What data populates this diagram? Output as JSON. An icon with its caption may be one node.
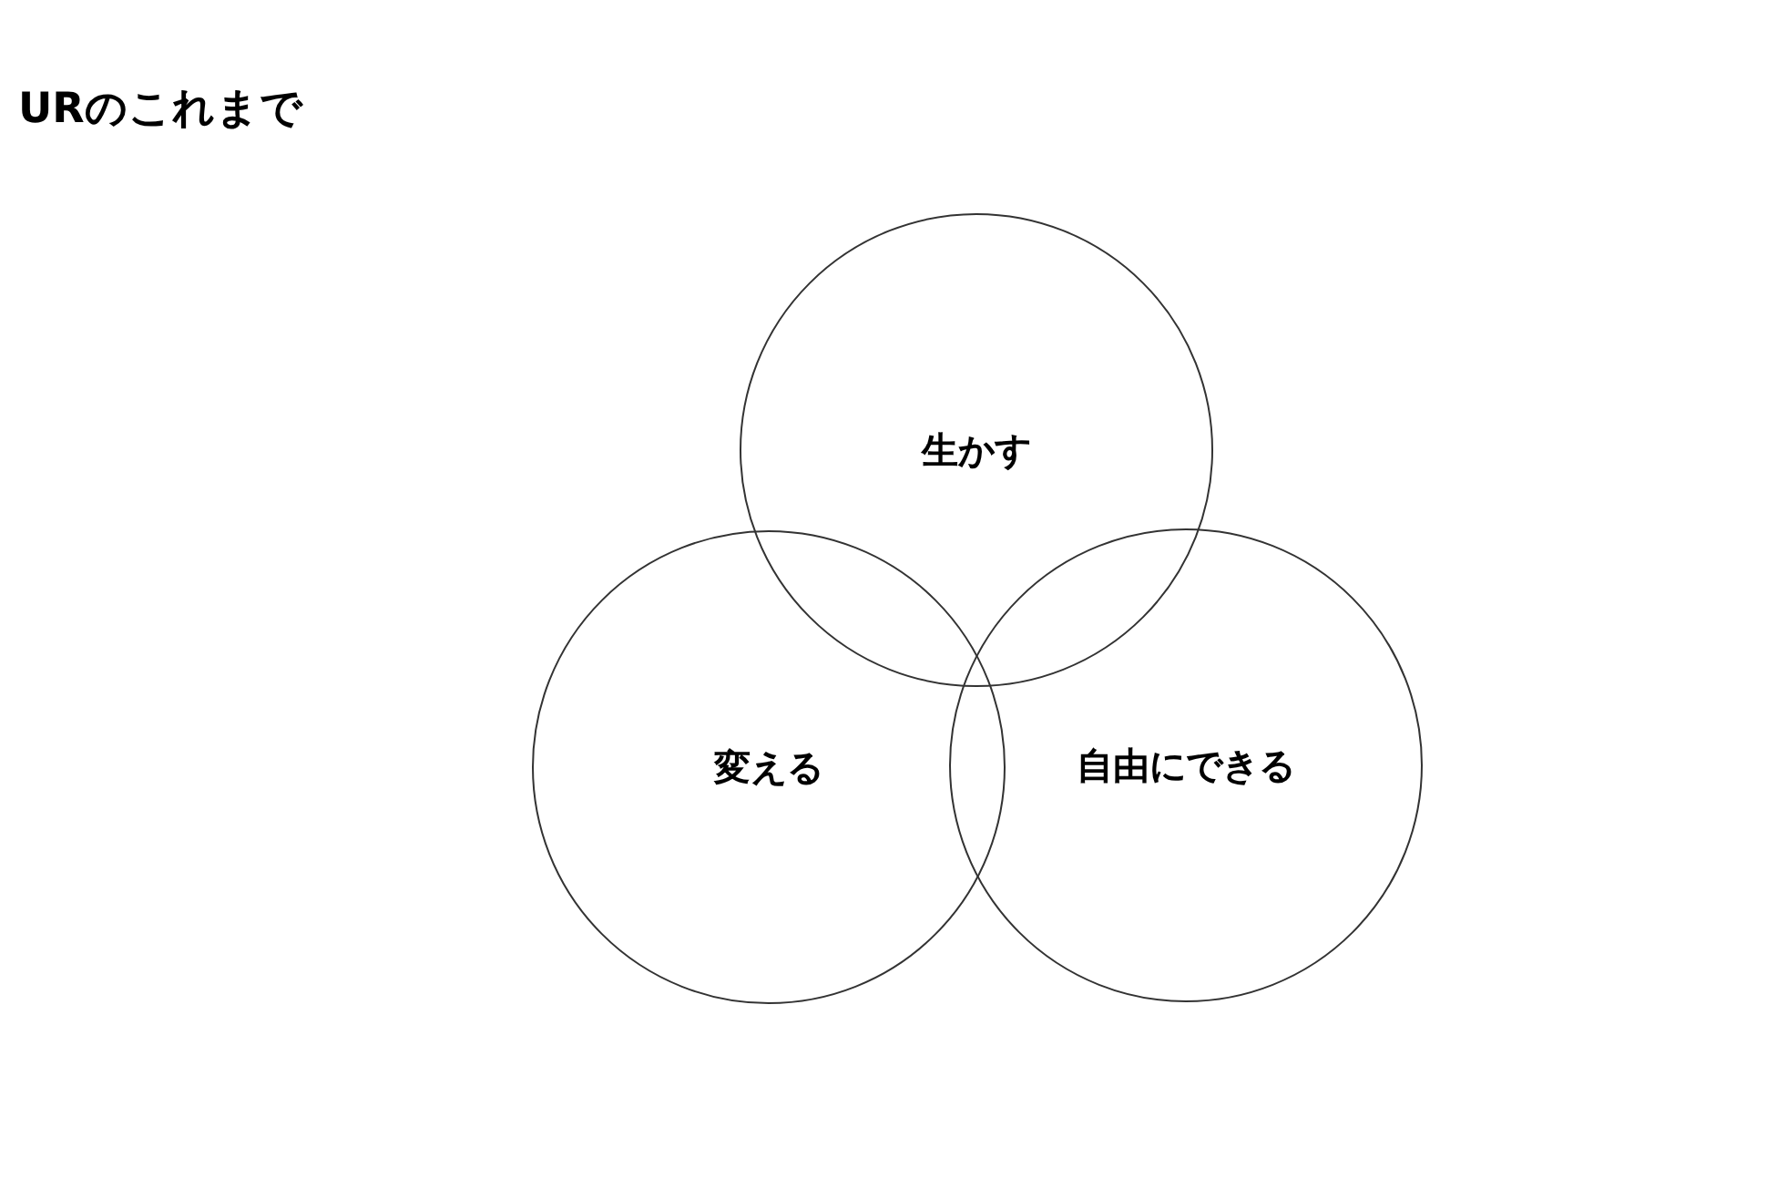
{
  "diagram": {
    "title": "URのこれまで",
    "nodes": [
      {
        "text": [
          "生かす"
        ]
      },
      {
        "text": [
          "変える"
        ]
      },
      {
        "text": [
          "自由にできる"
        ]
      }
    ]
  }
}
